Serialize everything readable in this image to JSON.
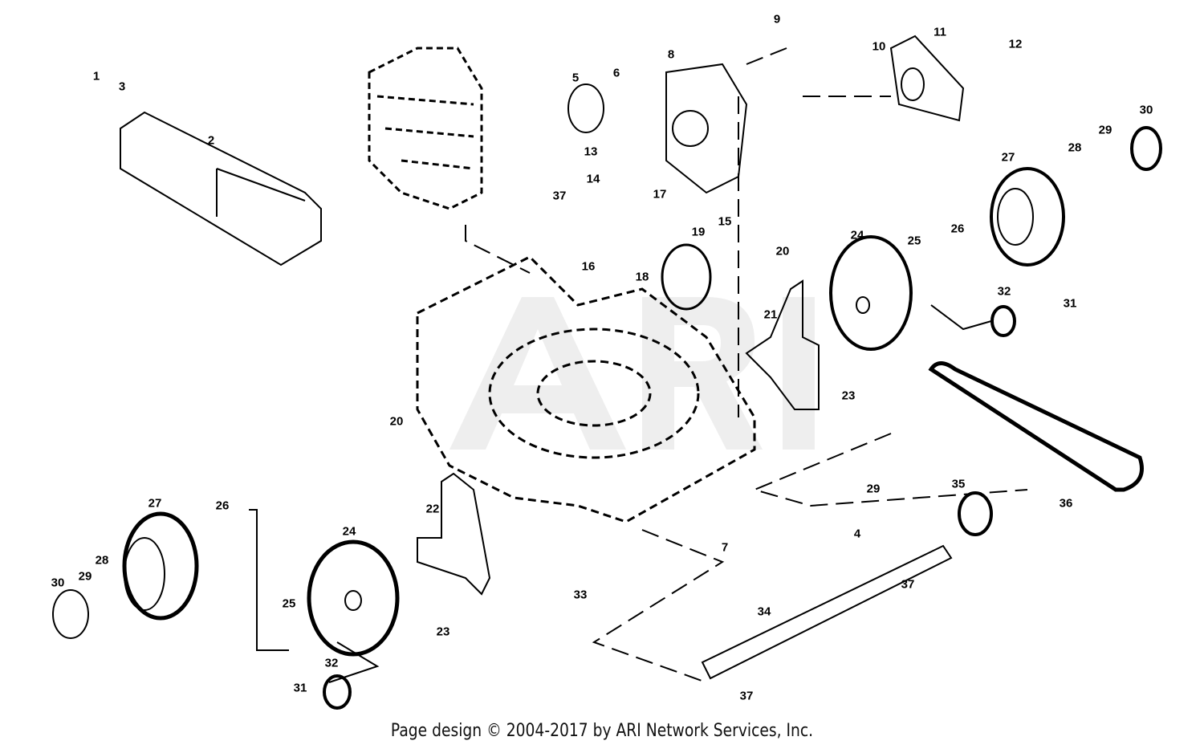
{
  "diagram": {
    "title": "Mower drive system exploded parts diagram",
    "part_labels": [
      "1",
      "3",
      "2",
      "5",
      "6",
      "8",
      "9",
      "10",
      "11",
      "12",
      "30",
      "29",
      "28",
      "27",
      "13",
      "14",
      "37",
      "17",
      "15",
      "19",
      "16",
      "18",
      "20",
      "24",
      "25",
      "26",
      "21",
      "32",
      "31",
      "23",
      "36",
      "20",
      "22",
      "27",
      "26",
      "29",
      "35",
      "7",
      "4",
      "24",
      "28",
      "30",
      "29",
      "25",
      "33",
      "23",
      "37",
      "34",
      "32",
      "31",
      "37"
    ]
  },
  "footer": {
    "text": "Page design © 2004-2017 by ARI Network Services, Inc."
  }
}
